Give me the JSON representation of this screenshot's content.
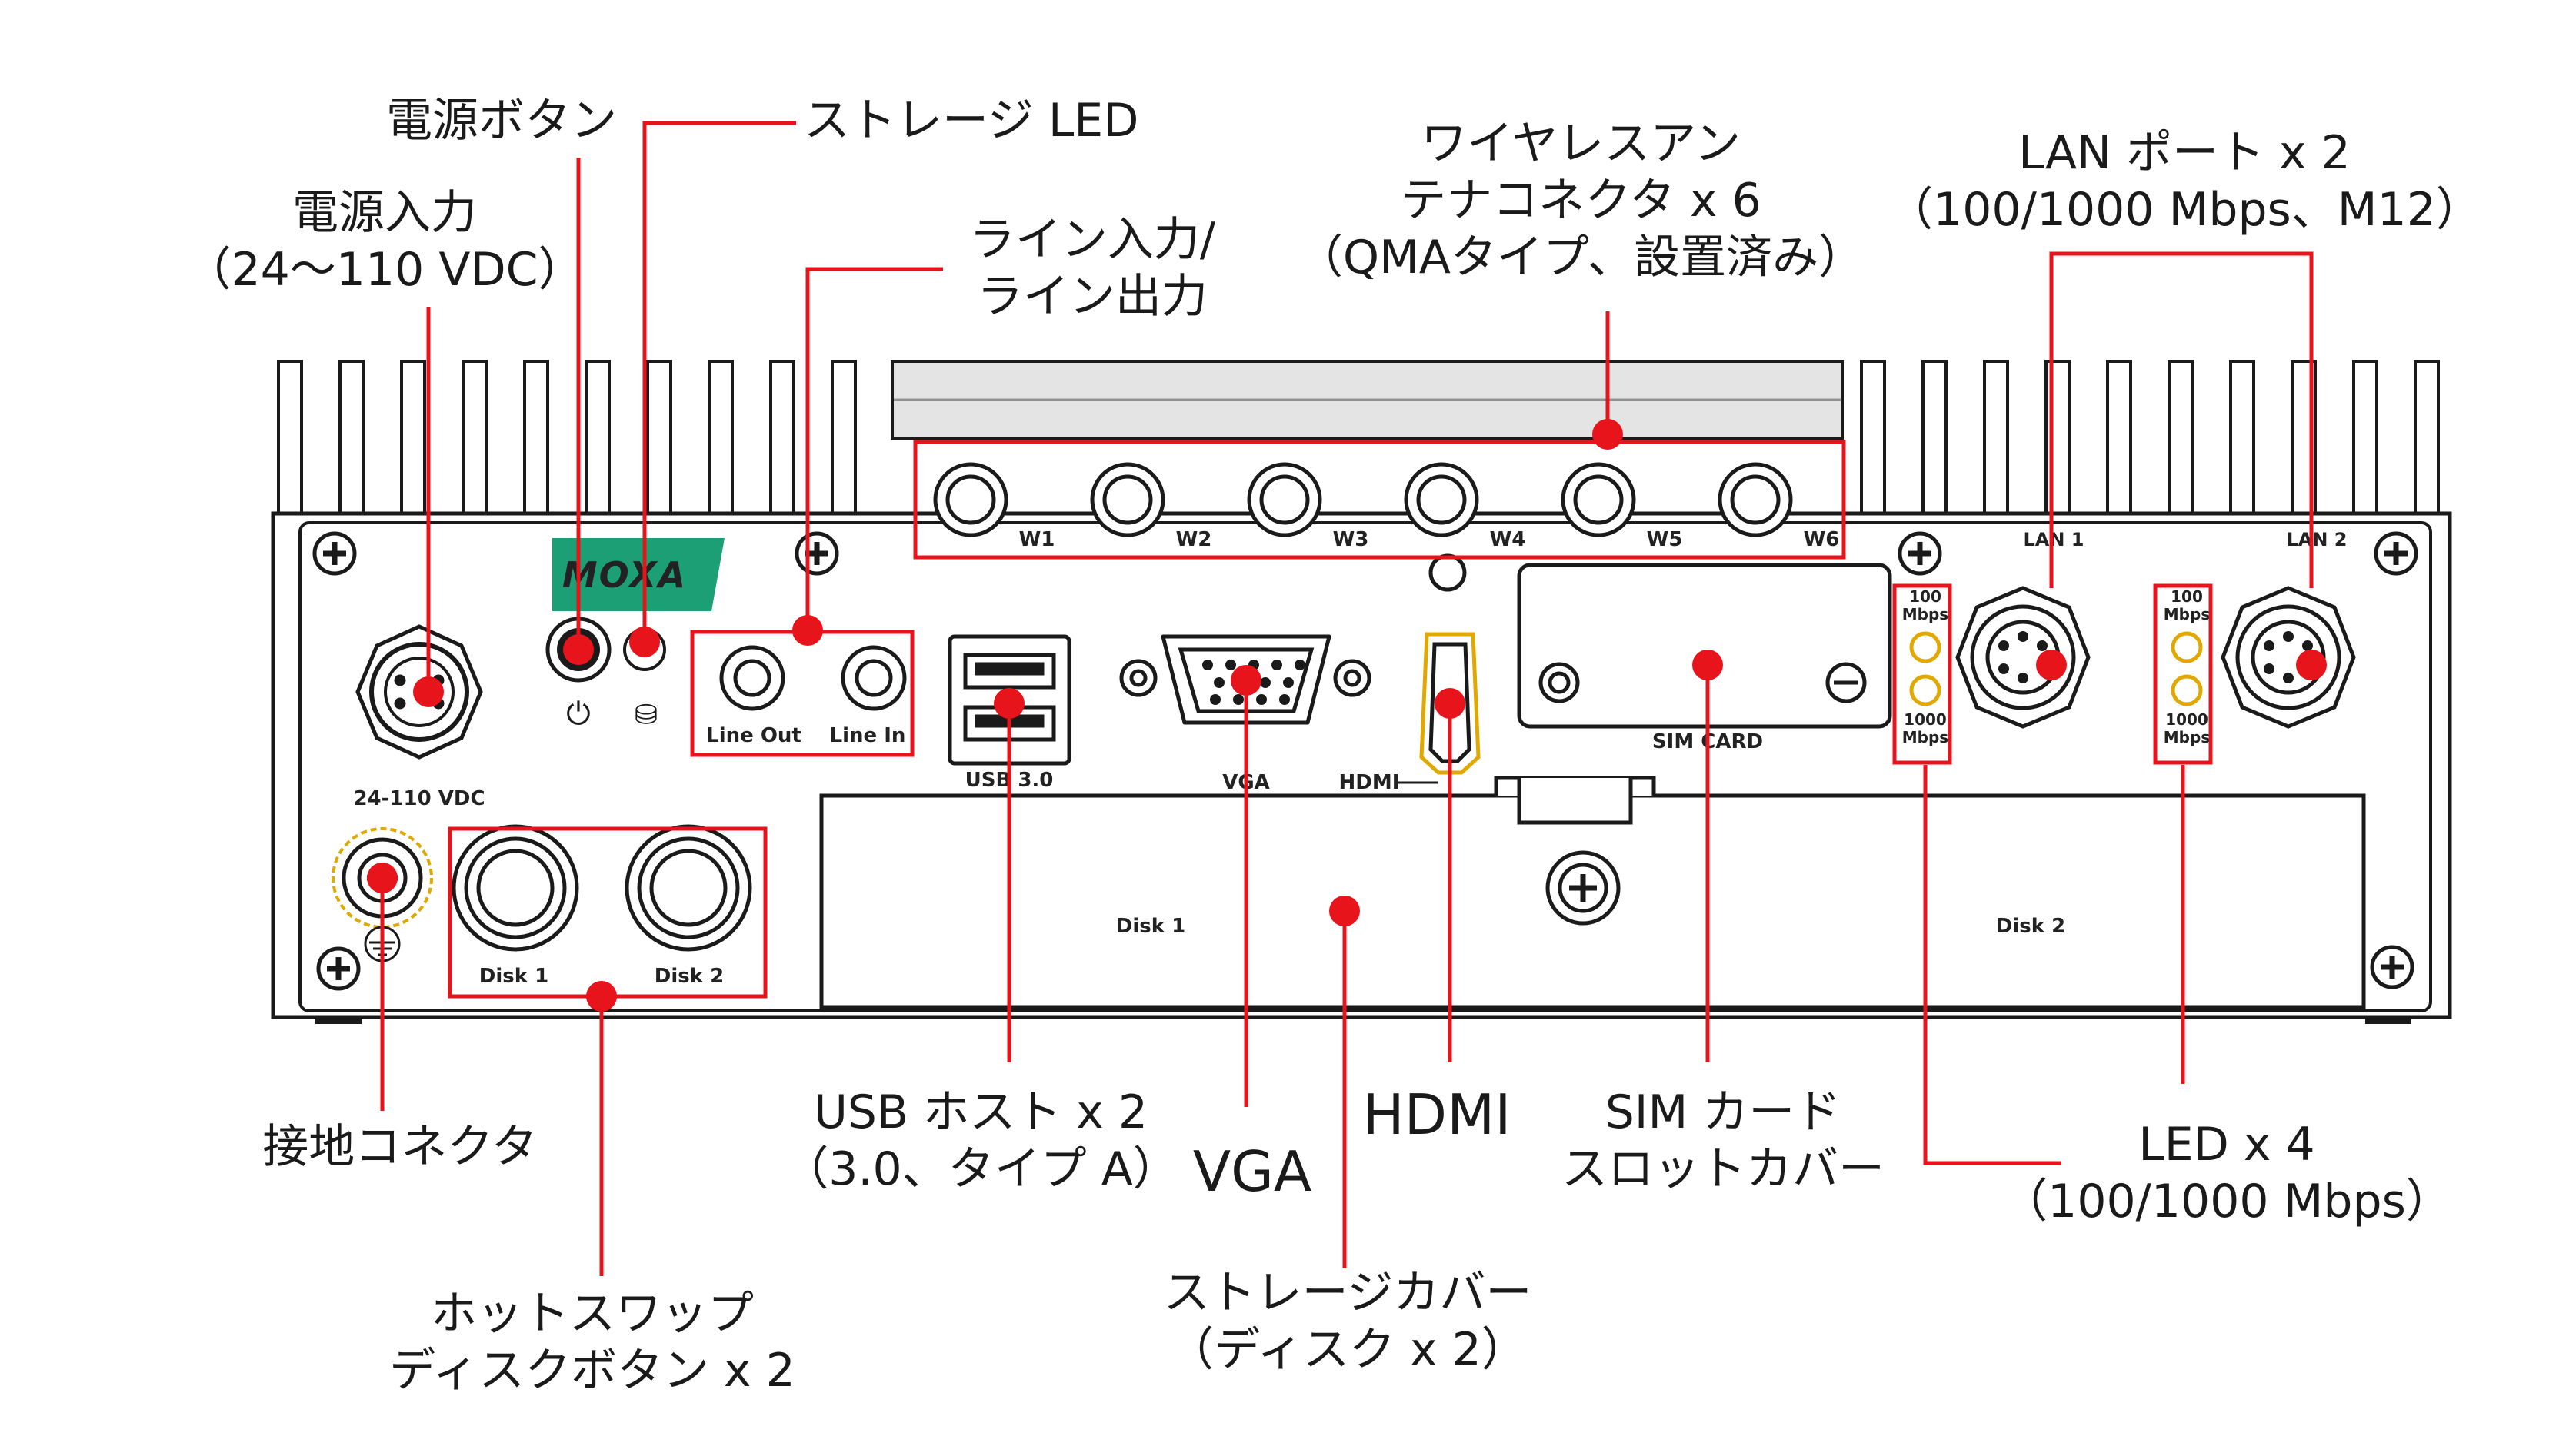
{
  "callouts": {
    "power_button": [
      "電源ボタン"
    ],
    "storage_led": [
      "ストレージ LED"
    ],
    "power_input": [
      "電源入力",
      "（24～110 VDC）"
    ],
    "line_io": [
      "ライン入力/",
      "ライン出力"
    ],
    "wireless": [
      "ワイヤレスアン",
      "テナコネクタ x 6",
      "（QMAタイプ、設置済み）"
    ],
    "lan_port": [
      "LAN ポート x 2",
      "（100/1000 Mbps、M12）"
    ],
    "ground": [
      "接地コネクタ"
    ],
    "hotswap": [
      "ホットスワップ",
      "ディスクボタン x 2"
    ],
    "usb": [
      "USB ホスト x 2",
      "（3.0、タイプ A）"
    ],
    "vga": [
      "VGA"
    ],
    "hdmi": [
      "HDMI"
    ],
    "sim": [
      "SIM カード",
      "スロットカバー"
    ],
    "storage_cover": [
      "ストレージカバー",
      "（ディスク x 2）"
    ],
    "led": [
      "LED x 4",
      "（100/1000 Mbps）"
    ]
  },
  "device": {
    "logo": "MOXA",
    "antenna_labels": [
      "W1",
      "W2",
      "W3",
      "W4",
      "W5",
      "W6"
    ],
    "line_out": "Line Out",
    "line_in": "Line In",
    "usb": "USB 3.0",
    "vga": "VGA",
    "hdmi": "HDMI",
    "sim": "SIM CARD",
    "lan1": "LAN 1",
    "lan2": "LAN 2",
    "led_100": [
      "100",
      "Mbps"
    ],
    "led_1000": [
      "1000",
      "Mbps"
    ],
    "power_rating": "24-110 VDC",
    "disk1": "Disk 1",
    "disk2": "Disk 2",
    "power_symbol": "⏻",
    "storage_symbol": "⛁"
  },
  "colors": {
    "callout_red": "#e8141b",
    "moxa_green": "#1d9f76",
    "chassis_fill": "#f2f2f2",
    "outline": "#1a1a1a",
    "ground_ring": "#e0a800"
  }
}
